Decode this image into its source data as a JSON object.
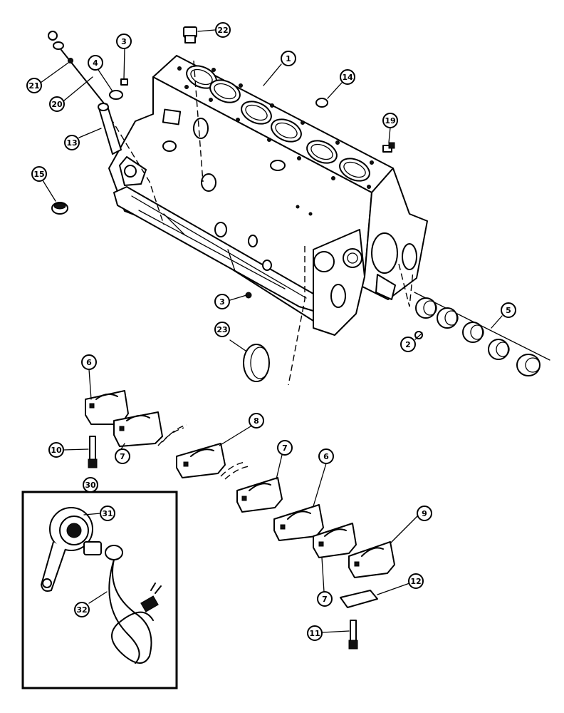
{
  "diagram": {
    "callouts": [
      {
        "id": "c1",
        "label": "1"
      },
      {
        "id": "c2",
        "label": "2"
      },
      {
        "id": "c3a",
        "label": "3"
      },
      {
        "id": "c3b",
        "label": "3"
      },
      {
        "id": "c4",
        "label": "4"
      },
      {
        "id": "c5",
        "label": "5"
      },
      {
        "id": "c6a",
        "label": "6"
      },
      {
        "id": "c6b",
        "label": "6"
      },
      {
        "id": "c7a",
        "label": "7"
      },
      {
        "id": "c7b",
        "label": "7"
      },
      {
        "id": "c7c",
        "label": "7"
      },
      {
        "id": "c8",
        "label": "8"
      },
      {
        "id": "c9",
        "label": "9"
      },
      {
        "id": "c10",
        "label": "10"
      },
      {
        "id": "c11",
        "label": "11"
      },
      {
        "id": "c12",
        "label": "12"
      },
      {
        "id": "c13",
        "label": "13"
      },
      {
        "id": "c14",
        "label": "14"
      },
      {
        "id": "c15",
        "label": "15"
      },
      {
        "id": "c19",
        "label": "19"
      },
      {
        "id": "c20",
        "label": "20"
      },
      {
        "id": "c21",
        "label": "21"
      },
      {
        "id": "c22",
        "label": "22"
      },
      {
        "id": "c23",
        "label": "23"
      },
      {
        "id": "c30",
        "label": "30"
      },
      {
        "id": "c31",
        "label": "31"
      },
      {
        "id": "c32",
        "label": "32"
      }
    ]
  }
}
